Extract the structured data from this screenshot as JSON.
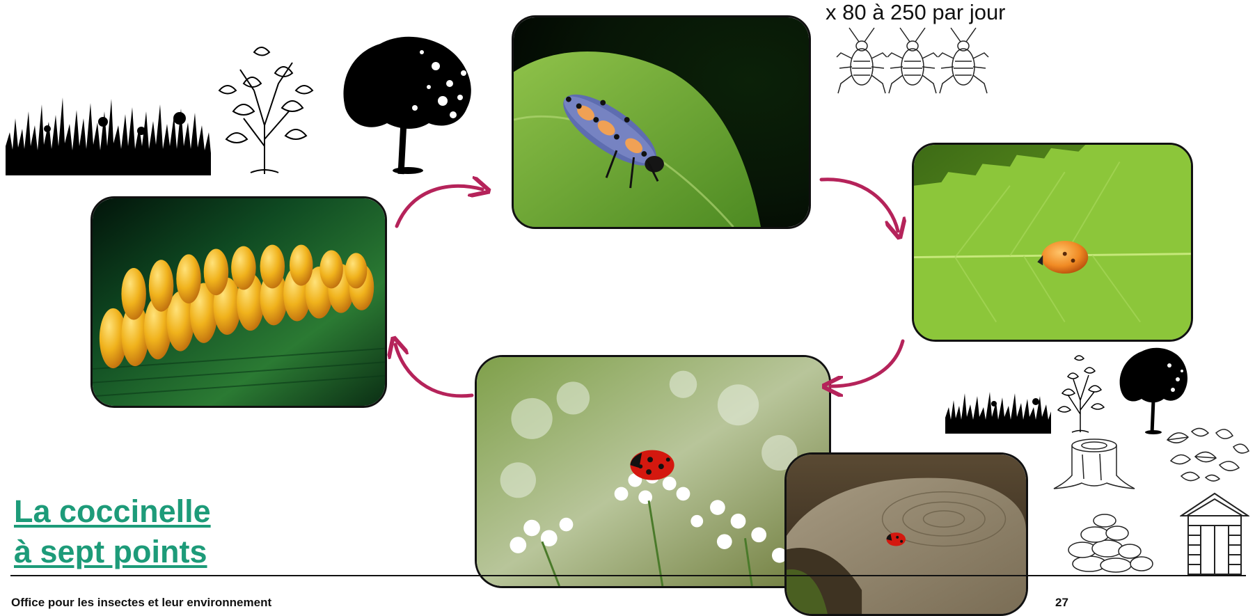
{
  "slide": {
    "title_line1": "La coccinelle",
    "title_line2": "à sept points",
    "aphid_rate": "x 80 à 250 par jour",
    "footer_org": "Office pour les insectes et leur environnement",
    "page_number": "27"
  },
  "colors": {
    "title": "#1d9b79",
    "arrow": "#b5235a"
  },
  "icons": [
    "meadow-silhouette-icon",
    "shrub-icon",
    "tree-icon",
    "aphid-icon",
    "stump-icon",
    "leaves-icon",
    "stone-pile-icon",
    "shed-icon"
  ]
}
